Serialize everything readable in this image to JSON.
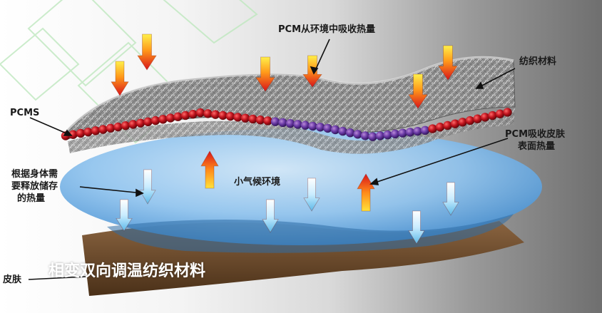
{
  "labels": {
    "pcm_absorb_env": "PCM从环境中吸收热量",
    "textile": "纺织材料",
    "pcms": "PCMS",
    "pcm_absorb_skin_1": "PCM吸收皮肤",
    "pcm_absorb_skin_2": "表面热量",
    "release_1": "根据身体需",
    "release_2": "要释放储存",
    "release_3": "的热量",
    "microclimate": "小气候环境",
    "skin": "皮肤"
  },
  "title": "相变双向调温纺织材料",
  "colors": {
    "heat_arrow_top": "#ffe23a",
    "heat_arrow_bottom": "#d8141a",
    "cool_arrow_top": "#e8f7ff",
    "cool_arrow_bottom": "#5bb8e8",
    "microcapsule": "#b8121c",
    "ellipse": "#4a9ad8",
    "skin": "#6b4a2e"
  },
  "icons": {
    "heat_arrow": "down-arrow-red-gradient",
    "rise_arrow": "up-arrow-red-gradient",
    "cool_arrow": "down-arrow-blue-gradient"
  }
}
